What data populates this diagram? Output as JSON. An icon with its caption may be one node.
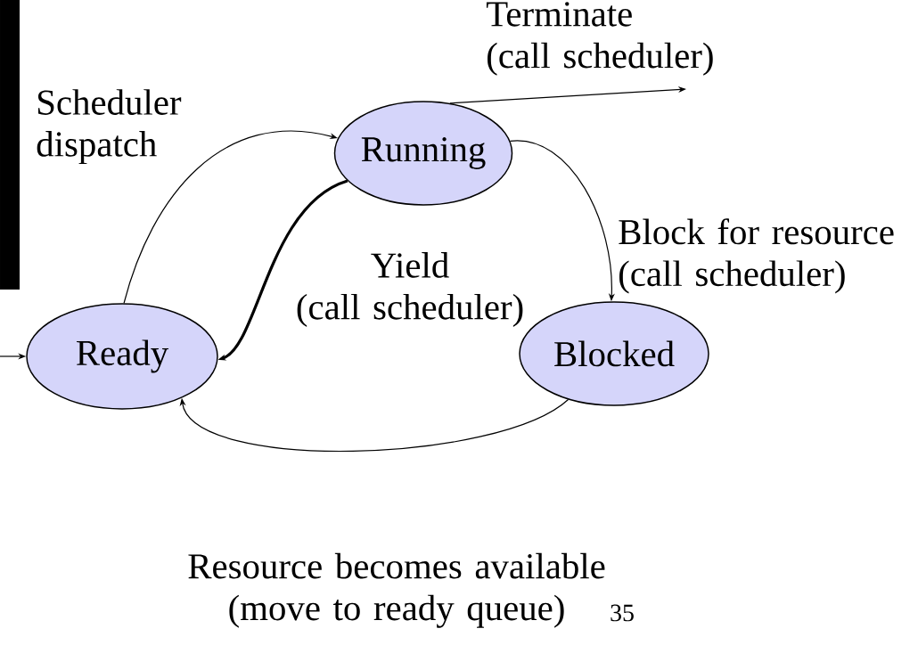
{
  "diagram": {
    "nodes": [
      {
        "text": [
          "Running"
        ]
      },
      {
        "text": [
          "Ready"
        ]
      },
      {
        "text": [
          "Blocked"
        ]
      }
    ],
    "edges": [
      {
        "from": 0,
        "to": null,
        "arrow": "to",
        "label": "Terminate (call scheduler)"
      },
      {
        "from": 1,
        "to": 0,
        "arrow": "to",
        "label": "Scheduler dispatch"
      },
      {
        "from": 0,
        "to": 1,
        "arrow": "to",
        "label": "Yield (call scheduler)",
        "style": "thick"
      },
      {
        "from": 0,
        "to": 2,
        "arrow": "to",
        "label": "Block for resource (call scheduler)"
      },
      {
        "from": 2,
        "to": 1,
        "arrow": "to",
        "label": "Resource becomes available (move to ready queue)"
      },
      {
        "from": null,
        "to": 1,
        "arrow": "to"
      }
    ],
    "labels": [
      "35"
    ]
  }
}
